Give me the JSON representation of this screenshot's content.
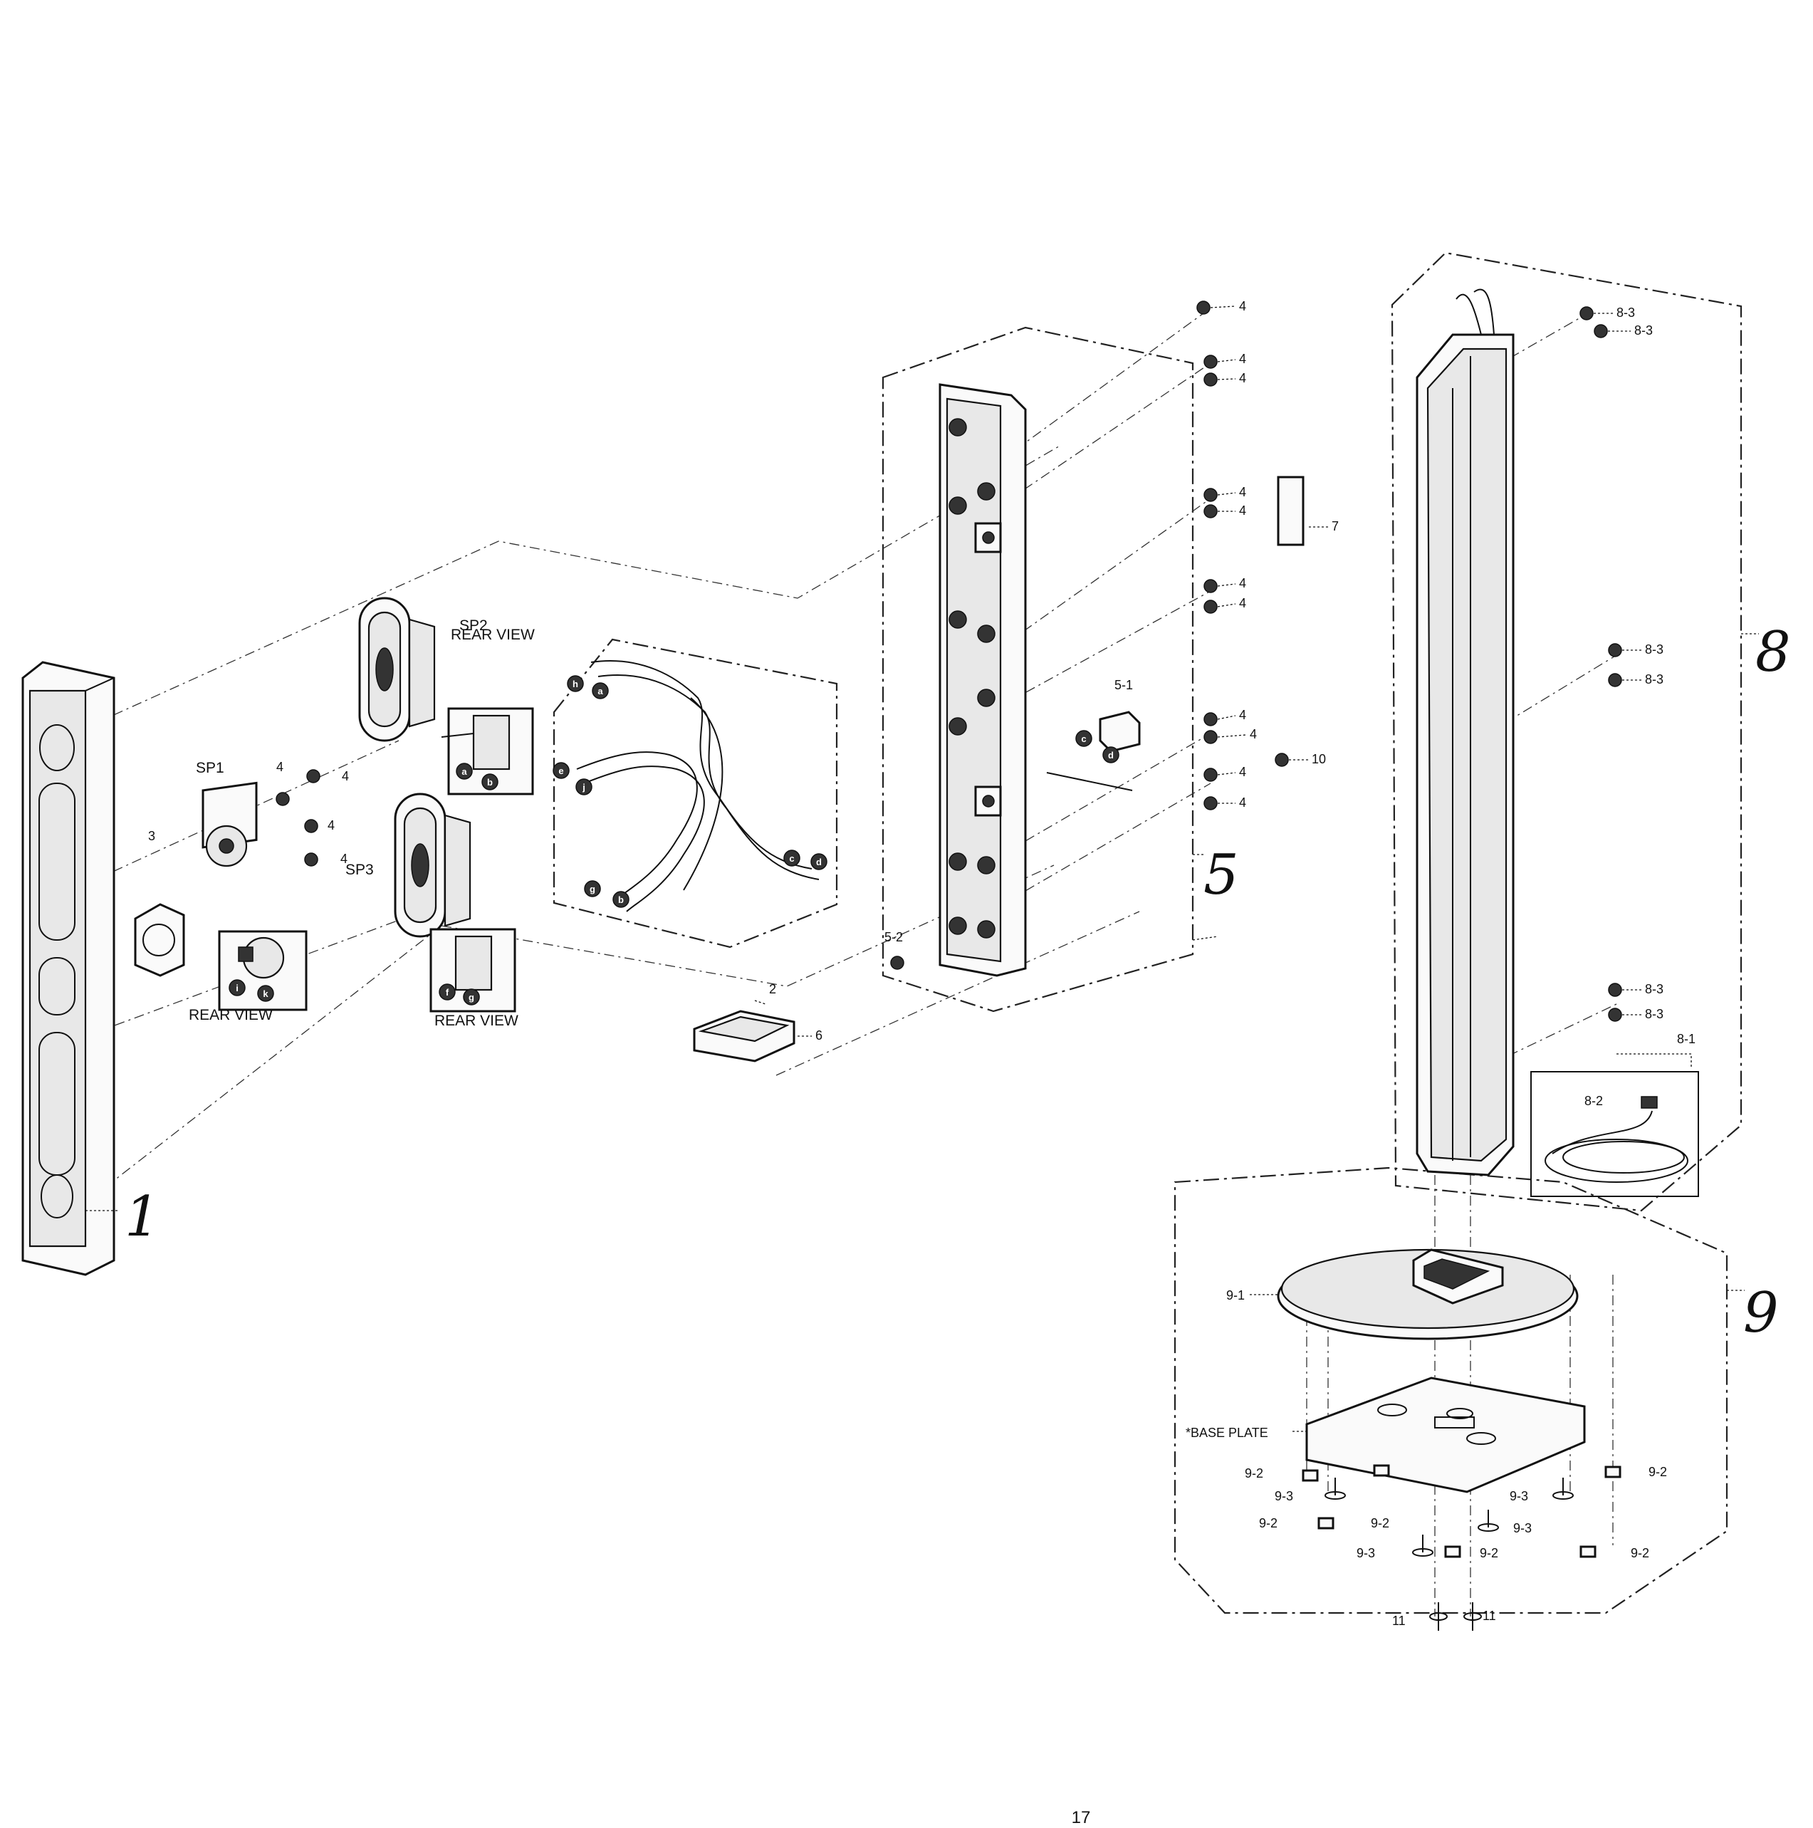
{
  "labels": {
    "sp1": "SP1",
    "sp2": "SP2",
    "sp3": "SP3",
    "rear_view_sp2": "REAR VIEW",
    "rear_view_sp1": "REAR VIEW",
    "rear_view_sp3": "REAR VIEW",
    "base_plate": "*BASE PLATE",
    "page_number": "17"
  },
  "callouts": {
    "screw_4": "4",
    "part_2": "2",
    "part_3": "3",
    "part_5_1": "5-1",
    "part_5_2": "5-2",
    "part_6": "6",
    "part_7": "7",
    "part_10": "10",
    "part_11": "11",
    "part_8_1": "8-1",
    "part_8_2": "8-2",
    "part_8_3": "8-3",
    "part_9_1": "9-1",
    "part_9_2": "9-2",
    "part_9_3": "9-3"
  },
  "groups": {
    "g1": "1",
    "g5": "5",
    "g8": "8",
    "g9": "9"
  },
  "connectors": {
    "a": "a",
    "b": "b",
    "c": "c",
    "d": "d",
    "e": "e",
    "f": "f",
    "g": "g",
    "h": "h",
    "i": "i",
    "j": "j",
    "k": "k"
  }
}
